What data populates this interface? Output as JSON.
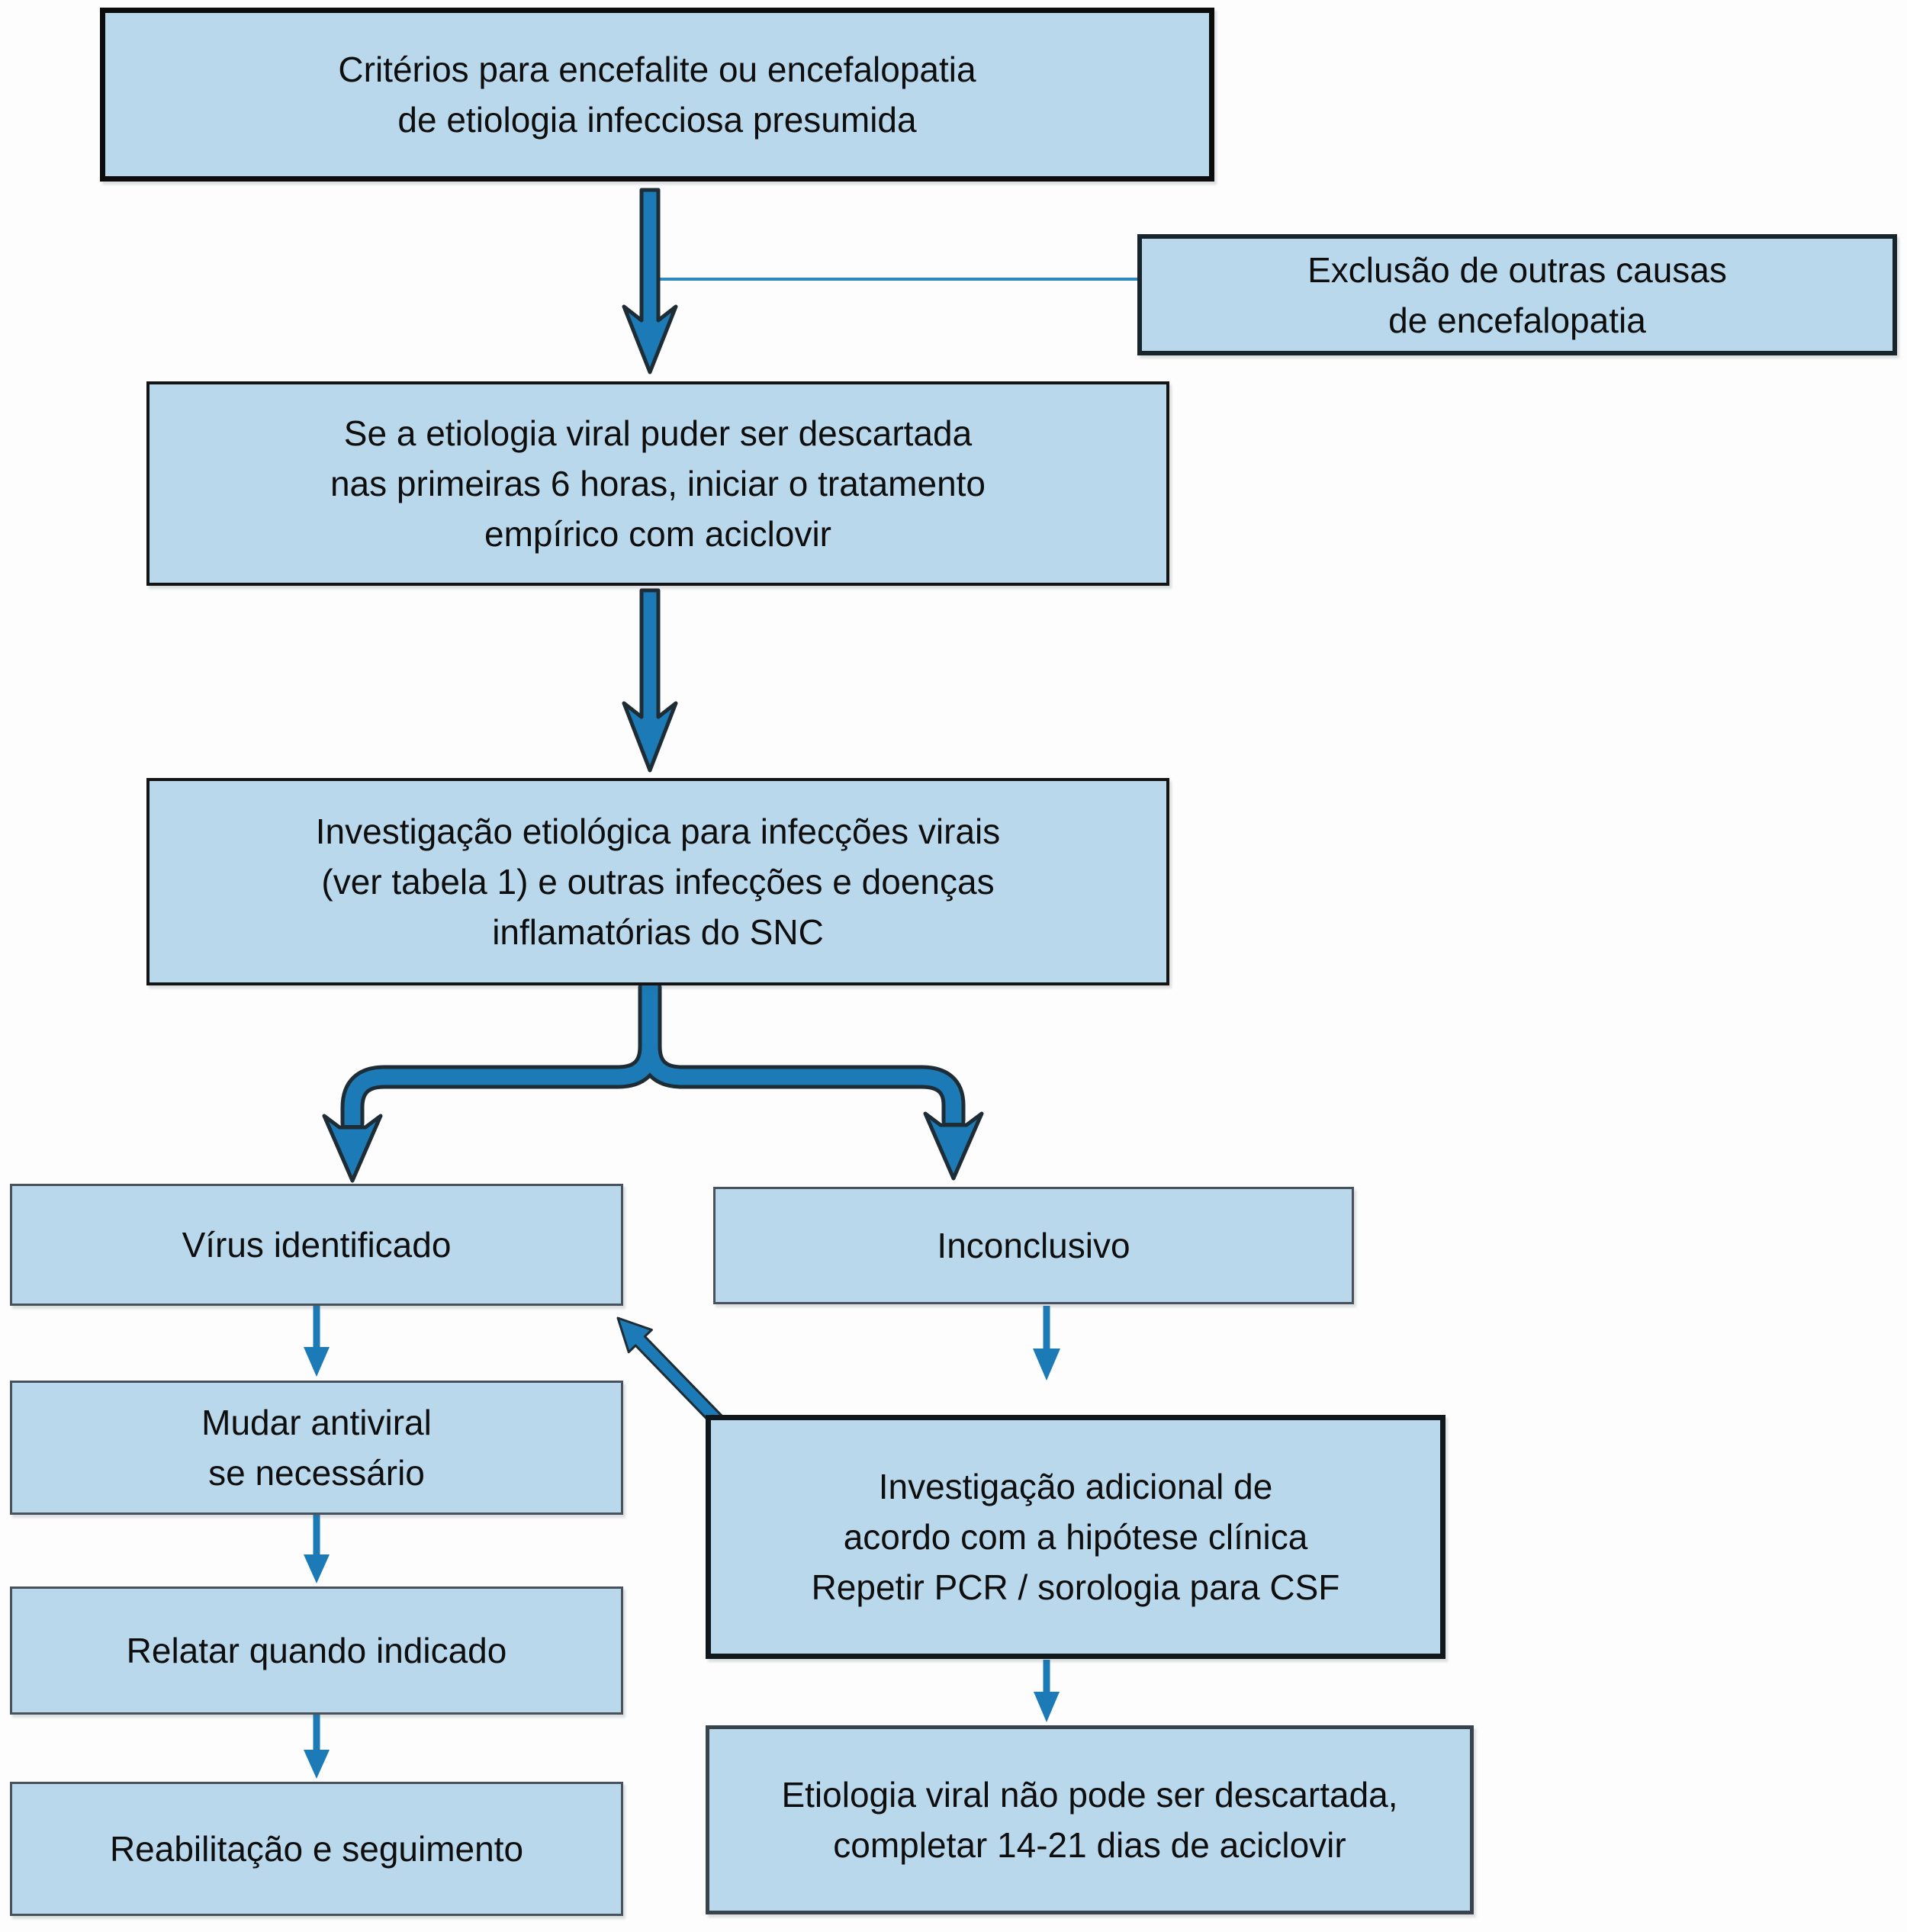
{
  "nodes": {
    "criterios": {
      "lines": [
        "Critérios para encefalite ou encefalopatia",
        "de etiologia infecciosa presumida"
      ]
    },
    "exclusao": {
      "lines": [
        "Exclusão de outras causas",
        "de encefalopatia"
      ]
    },
    "tratamento_empirico": {
      "lines": [
        "Se a etiologia viral puder ser descartada",
        "nas primeiras 6 horas, iniciar o tratamento",
        "empírico com aciclovir"
      ]
    },
    "investigacao_etiologica": {
      "lines": [
        "Investigação etiológica para infecções virais",
        "(ver tabela 1) e outras infecções e doenças",
        "inflamatórias do SNC"
      ]
    },
    "virus_identificado": {
      "lines": [
        "Vírus identificado"
      ]
    },
    "inconclusivo": {
      "lines": [
        "Inconclusivo"
      ]
    },
    "mudar_antiviral": {
      "lines": [
        "Mudar antiviral",
        "se necessário"
      ]
    },
    "relatar": {
      "lines": [
        "Relatar quando indicado"
      ]
    },
    "reabilitacao": {
      "lines": [
        "Reabilitação e seguimento"
      ]
    },
    "investigacao_adicional": {
      "lines": [
        "Investigação adicional de",
        "acordo com a hipótese clínica",
        "Repetir PCR / sorologia para CSF"
      ]
    },
    "etiologia_viral": {
      "lines": [
        "Etiologia viral não pode ser descartada,",
        "completar 14-21 dias de aciclovir"
      ]
    }
  },
  "colors": {
    "node_fill": "#b9d8ec",
    "node_border_gray": "#49525c",
    "arrow_blue": "#1c7bb7",
    "arrow_outline": "#1d2c35",
    "connector": "#2e8abc",
    "text": "#0e0e0e",
    "background": "#fdfdfd"
  }
}
